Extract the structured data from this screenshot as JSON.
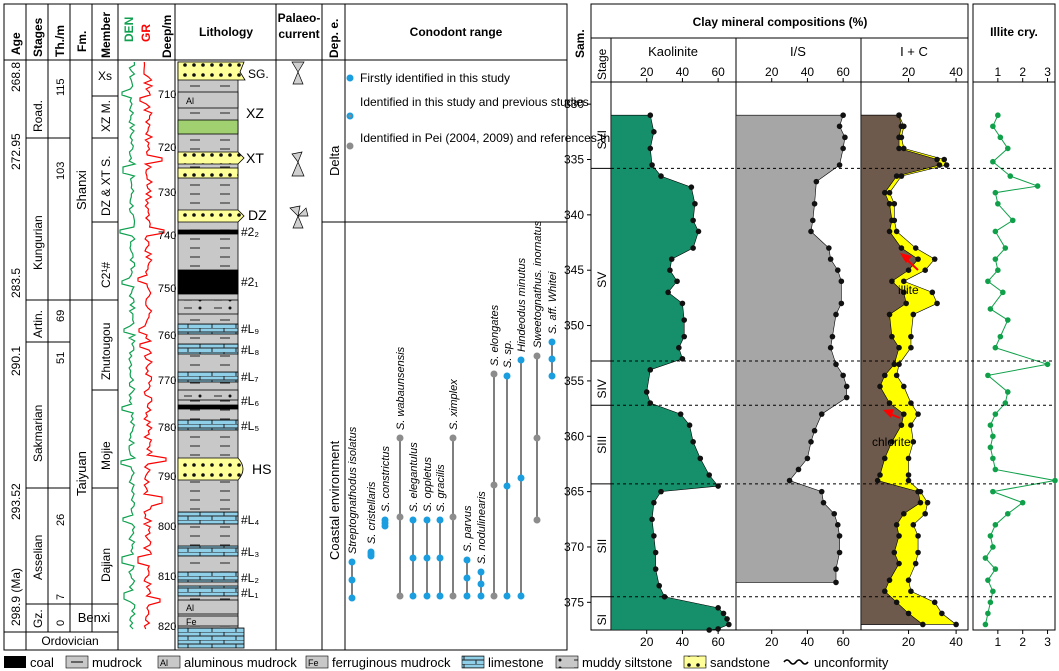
{
  "columns": {
    "age": "Age",
    "stages": "Stages",
    "th": "Th./m",
    "fm": "Fm.",
    "member": "Member",
    "den": "DEN",
    "gr": "GR",
    "deep": "Deep/m",
    "lithology": "Lithology",
    "palaeo1": "Palaeo-",
    "palaeo2": "current",
    "dep": "Dep. e.",
    "conodont": "Conodont range",
    "sam": "Sam.",
    "clay_title": "Clay mineral compositions (%)",
    "illite_title": "Illite cry.",
    "stage_sub": "Stage"
  },
  "ages": [
    "268.8",
    "272.95",
    "283.5",
    "290.1",
    "293.52",
    "298.9 (Ma)"
  ],
  "stages": [
    "Road.",
    "Kungurian",
    "Artin.",
    "Sakmarian",
    "Asselian",
    "Gz.",
    "Ordovician"
  ],
  "thickness": [
    "115",
    "103",
    "69",
    "51",
    "26",
    "7",
    "0"
  ],
  "formations": [
    "Shanxi",
    "Taiyuan",
    "Benxi"
  ],
  "members": [
    "Xs",
    "XZ M.",
    "DZ & XT S.",
    "C2¹#",
    "Zhutougou",
    "Mojie",
    "Dajian"
  ],
  "depth_ticks": [
    "710",
    "720",
    "730",
    "740",
    "750",
    "760",
    "770",
    "780",
    "790",
    "800",
    "810",
    "820"
  ],
  "lith_labels": [
    "SG.",
    "XZ",
    "XT",
    "DZ",
    "#2₂",
    "#2₁",
    "#L₉",
    "#L₈",
    "#L₇",
    "#L₆",
    "#L₅",
    "HS",
    "#L₄",
    "#L₃",
    "#L₂",
    "#L₁",
    "Al",
    "Al",
    "Fe"
  ],
  "dep_env": [
    "Delta",
    "Coastal environment"
  ],
  "conodont_legend": [
    "Firstly identified in this study",
    "Identified in this study and previous studies",
    "Identified in Pei (2004, 2009) and references therein"
  ],
  "species": [
    "Streptognathodus isolatus",
    "S. cristellaris",
    "S. constrictus",
    "S. wabaunsensis",
    "S. elegantulus",
    "S. oppletus",
    "S. gracilis",
    "S. ximplex",
    "S. parvus",
    "S. nodulinearis",
    "S. elongates",
    "S. sp.",
    "Hindeodus minutus",
    "Sweetognathus. inornatus",
    "S. aff. Whitei"
  ],
  "sample_ticks": [
    "330",
    "335",
    "340",
    "345",
    "350",
    "355",
    "360",
    "365",
    "370",
    "375"
  ],
  "clay_stages": [
    "SVI",
    "SV",
    "SIV",
    "SIII",
    "SII",
    "SI"
  ],
  "clay_panels": [
    "Kaolinite",
    "I/S",
    "I + C"
  ],
  "annotations": [
    "illite",
    "chlorite"
  ],
  "legend": [
    "coal",
    "mudrock",
    "aluminous mudrock",
    "ferruginous mudrock",
    "limestone",
    "muddy siltstone",
    "sandstone",
    "unconformity"
  ],
  "colors": {
    "kaolinite": "#16906a",
    "is": "#a6a6a6",
    "ic": "#6e5a4c",
    "illite_fill": "#ffff00",
    "cry": "#10a04a",
    "den": "#10a050",
    "gr": "#ff0000",
    "limestone": "#8fd0e8",
    "sandstone": "#ffff99",
    "mudrock": "#c8c8c8",
    "green_bed": "#a0d070",
    "conodont_blue": "#1a9ee0",
    "conodont_grey": "#8c8c8c"
  },
  "chart_data": [
    {
      "type": "area",
      "title": "Kaolinite",
      "x_axis": {
        "ticks": [
          "20",
          "40",
          "60"
        ],
        "range": [
          0,
          70
        ]
      },
      "y_axis": {
        "label": "Sam.",
        "range": [
          328,
          377.5
        ],
        "reversed": true
      },
      "series": [
        {
          "name": "Kaolinite",
          "points": [
            [
              22,
              331
            ],
            [
              24,
              332.5
            ],
            [
              22,
              334
            ],
            [
              23,
              335.5
            ],
            [
              28,
              336.5
            ],
            [
              45,
              337.5
            ],
            [
              47,
              339
            ],
            [
              46,
              340.5
            ],
            [
              49,
              341.5
            ],
            [
              46,
              343
            ],
            [
              34,
              344
            ],
            [
              33,
              345
            ],
            [
              37,
              346
            ],
            [
              32,
              347
            ],
            [
              40,
              348
            ],
            [
              41,
              349.5
            ],
            [
              41,
              351
            ],
            [
              38,
              352
            ],
            [
              40,
              353
            ],
            [
              22,
              354
            ],
            [
              20,
              356
            ],
            [
              22,
              357
            ],
            [
              39,
              358
            ],
            [
              44,
              359
            ],
            [
              46,
              360.5
            ],
            [
              50,
              362
            ],
            [
              55,
              363.5
            ],
            [
              60,
              364.5
            ],
            [
              28,
              365
            ],
            [
              24,
              366
            ],
            [
              23,
              367.5
            ],
            [
              24,
              369
            ],
            [
              25,
              370.5
            ],
            [
              25,
              372
            ],
            [
              27,
              373.5
            ],
            [
              30,
              374.5
            ],
            [
              60,
              375.5
            ],
            [
              63,
              376
            ],
            [
              65,
              376.5
            ],
            [
              66,
              377
            ],
            [
              60,
              377.4
            ],
            [
              55,
              377.5
            ]
          ]
        }
      ]
    },
    {
      "type": "area",
      "title": "I/S",
      "x_axis": {
        "ticks": [
          "20",
          "40",
          "60"
        ],
        "range": [
          0,
          70
        ]
      },
      "y_axis": {
        "range": [
          328,
          377.5
        ],
        "reversed": true
      },
      "series": [
        {
          "name": "I/S",
          "points": [
            [
              60,
              331
            ],
            [
              58,
              332
            ],
            [
              61,
              333
            ],
            [
              60,
              334
            ],
            [
              58,
              335.5
            ],
            [
              45,
              337
            ],
            [
              44,
              339
            ],
            [
              43,
              340.5
            ],
            [
              42,
              341.5
            ],
            [
              52,
              343
            ],
            [
              53,
              344
            ],
            [
              57,
              345
            ],
            [
              59,
              346
            ],
            [
              59,
              348
            ],
            [
              56,
              349
            ],
            [
              54,
              351
            ],
            [
              53,
              352
            ],
            [
              56,
              353.5
            ],
            [
              60,
              354.5
            ],
            [
              62,
              355.5
            ],
            [
              62,
              356.5
            ],
            [
              48,
              358
            ],
            [
              44,
              359.5
            ],
            [
              42,
              360.5
            ],
            [
              40,
              362
            ],
            [
              35,
              363
            ],
            [
              30,
              364
            ],
            [
              48,
              365
            ],
            [
              49,
              366
            ],
            [
              55,
              367
            ],
            [
              57,
              368
            ],
            [
              58,
              369
            ],
            [
              58,
              370.5
            ],
            [
              56,
              372
            ],
            [
              56,
              373.2
            ]
          ]
        }
      ]
    },
    {
      "type": "area",
      "title": "I + C",
      "x_axis": {
        "ticks": [
          "20",
          "40"
        ],
        "range": [
          0,
          45
        ]
      },
      "y_axis": {
        "range": [
          328,
          377.5
        ],
        "reversed": true
      },
      "series": [
        {
          "name": "I + C",
          "points": [
            [
              16,
              331
            ],
            [
              17,
              332
            ],
            [
              16,
              333
            ],
            [
              16,
              334
            ],
            [
              32,
              335
            ],
            [
              33,
              335.5
            ],
            [
              15,
              336.5
            ],
            [
              10,
              338
            ],
            [
              12,
              339
            ],
            [
              13,
              340.5
            ],
            [
              12,
              341.5
            ],
            [
              17,
              343
            ],
            [
              24,
              344
            ],
            [
              20,
              345
            ],
            [
              13,
              346
            ],
            [
              18,
              347
            ],
            [
              19,
              348
            ],
            [
              12,
              349
            ],
            [
              13,
              351
            ],
            [
              16,
              352
            ],
            [
              14,
              353.5
            ],
            [
              10,
              354.5
            ],
            [
              8,
              355.5
            ],
            [
              12,
              357
            ],
            [
              18,
              358
            ],
            [
              17,
              359
            ],
            [
              13,
              360.5
            ],
            [
              10,
              362
            ],
            [
              8,
              363.5
            ],
            [
              7,
              364
            ],
            [
              24,
              365
            ],
            [
              25,
              366
            ],
            [
              18,
              367
            ],
            [
              15,
              368
            ],
            [
              16,
              369
            ],
            [
              14,
              370.5
            ],
            [
              16,
              371.5
            ],
            [
              12,
              373
            ],
            [
              10,
              374
            ],
            [
              15,
              375
            ],
            [
              20,
              376
            ],
            [
              26,
              377
            ]
          ]
        },
        {
          "name": "illite",
          "points": [
            [
              16,
              331
            ],
            [
              18,
              332
            ],
            [
              17,
              333
            ],
            [
              18,
              334
            ],
            [
              35,
              335
            ],
            [
              36,
              335.5
            ],
            [
              17,
              336.5
            ],
            [
              12,
              338
            ],
            [
              14,
              339
            ],
            [
              14,
              340.5
            ],
            [
              15,
              341.5
            ],
            [
              23,
              343
            ],
            [
              31,
              344
            ],
            [
              27,
              345
            ],
            [
              18,
              346
            ],
            [
              30,
              347
            ],
            [
              32,
              348
            ],
            [
              22,
              349
            ],
            [
              21,
              351
            ],
            [
              21,
              352
            ],
            [
              16,
              353.5
            ],
            [
              15,
              354.5
            ],
            [
              18,
              355.5
            ],
            [
              21,
              357
            ],
            [
              24,
              358
            ],
            [
              21,
              359
            ],
            [
              22,
              360.5
            ],
            [
              20,
              362
            ],
            [
              20,
              363.5
            ],
            [
              20,
              364
            ],
            [
              25,
              365
            ],
            [
              28,
              366
            ],
            [
              27,
              367
            ],
            [
              22,
              368
            ],
            [
              24,
              369
            ],
            [
              24,
              370.5
            ],
            [
              23,
              371.5
            ],
            [
              20,
              373
            ],
            [
              21,
              374
            ],
            [
              31,
              375
            ],
            [
              34,
              376
            ],
            [
              40,
              377
            ]
          ]
        }
      ]
    },
    {
      "type": "line",
      "title": "Illite cry.",
      "x_axis": {
        "ticks": [
          "1",
          "2",
          "3"
        ],
        "range": [
          0,
          3.3
        ]
      },
      "y_axis": {
        "range": [
          328,
          377.5
        ],
        "reversed": true
      },
      "series": [
        {
          "name": "Illite cry.",
          "points": [
            [
              1.0,
              331
            ],
            [
              0.8,
              332
            ],
            [
              1.1,
              333
            ],
            [
              1.4,
              334
            ],
            [
              0.8,
              335.2
            ],
            [
              1.5,
              336.5
            ],
            [
              2.6,
              337.4
            ],
            [
              0.9,
              338
            ],
            [
              1.0,
              339
            ],
            [
              1.6,
              340.5
            ],
            [
              0.9,
              341.5
            ],
            [
              1.3,
              343
            ],
            [
              0.9,
              344
            ],
            [
              1.0,
              345
            ],
            [
              0.6,
              346
            ],
            [
              1.2,
              347
            ],
            [
              0.7,
              348.5
            ],
            [
              1.4,
              349.5
            ],
            [
              1.1,
              351
            ],
            [
              0.9,
              352
            ],
            [
              3.0,
              353.5
            ],
            [
              0.6,
              354.5
            ],
            [
              1.4,
              356
            ],
            [
              1.3,
              357
            ],
            [
              0.9,
              358
            ],
            [
              0.7,
              359
            ],
            [
              0.8,
              360
            ],
            [
              0.7,
              361
            ],
            [
              0.8,
              362
            ],
            [
              0.9,
              363
            ],
            [
              3.3,
              364
            ],
            [
              0.8,
              365
            ],
            [
              2.0,
              366
            ],
            [
              1.4,
              367
            ],
            [
              0.9,
              368
            ],
            [
              0.7,
              369
            ],
            [
              0.8,
              370
            ],
            [
              0.5,
              371
            ],
            [
              0.9,
              372
            ],
            [
              0.6,
              373
            ],
            [
              0.8,
              374
            ],
            [
              0.7,
              375
            ],
            [
              0.6,
              376
            ],
            [
              0.5,
              377
            ]
          ]
        }
      ]
    }
  ]
}
